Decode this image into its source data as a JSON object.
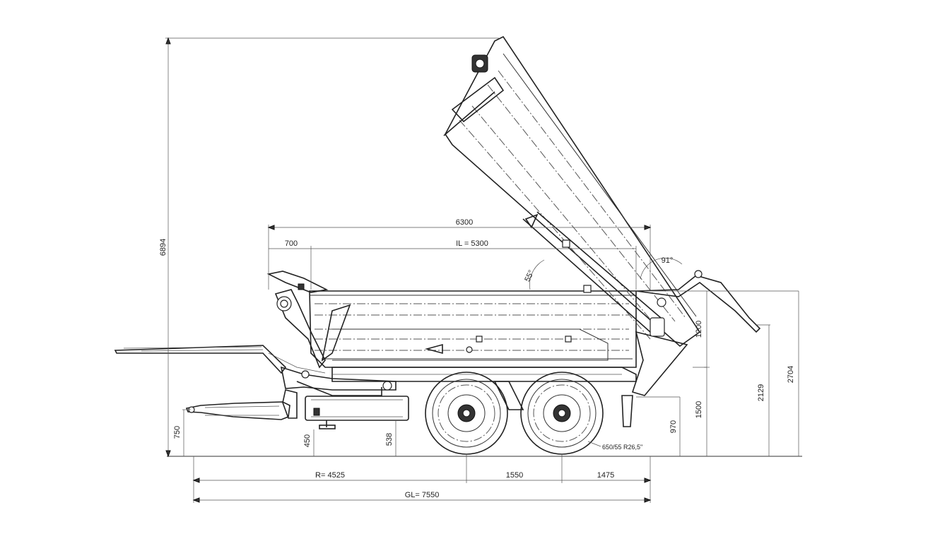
{
  "dimensions": {
    "total_height": "6894",
    "body_length": "6300",
    "front_offset": "700",
    "inner_length": "IL = 5300",
    "angle_tilt": "55°",
    "angle_gate": "91°",
    "side_height": "1200",
    "platform_height": "1500",
    "rear_height": "2129",
    "overall_height": "2704",
    "hitch_height": "750",
    "support_height": "450",
    "chassis_height": "538",
    "rear_low_height": "970",
    "tire_spec": "650/55 R26,5\"",
    "hitch_to_axle": "R= 4525",
    "axle_spacing": "1550",
    "rear_overhang": "1475",
    "overall_length": "GL= 7550"
  }
}
